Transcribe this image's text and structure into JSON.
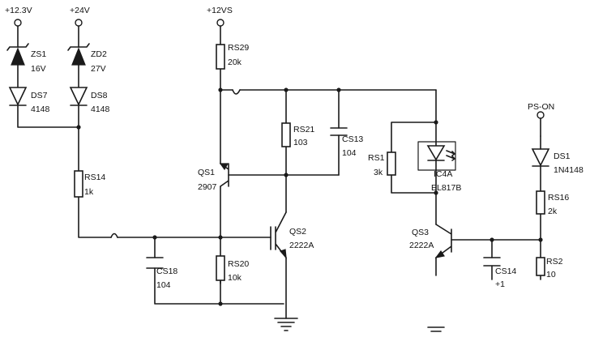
{
  "rails": {
    "v12_3": "+12.3V",
    "v24": "+24V",
    "v12vs": "+12VS",
    "ps_on": "PS-ON"
  },
  "components": {
    "zs1": {
      "ref": "ZS1",
      "value": "16V"
    },
    "zd2": {
      "ref": "ZD2",
      "value": "27V"
    },
    "ds7": {
      "ref": "DS7",
      "value": "4148"
    },
    "ds8": {
      "ref": "DS8",
      "value": "4148"
    },
    "rs14": {
      "ref": "RS14",
      "value": "1k"
    },
    "rs29": {
      "ref": "RS29",
      "value": "20k"
    },
    "rs21": {
      "ref": "RS21",
      "value": "103"
    },
    "cs13": {
      "ref": "CS13",
      "value": "104"
    },
    "qs1": {
      "ref": "QS1",
      "value": "2907"
    },
    "qs2": {
      "ref": "QS2",
      "value": "2222A"
    },
    "cs18": {
      "ref": "CS18",
      "value": "104"
    },
    "rs20": {
      "ref": "RS20",
      "value": "10k"
    },
    "rs1": {
      "ref": "RS1",
      "value": "3k"
    },
    "ic4a": {
      "ref": "IC4A",
      "value": "EL817B"
    },
    "qs3": {
      "ref": "QS3",
      "value": "2222A"
    },
    "cs14": {
      "ref": "CS14",
      "value": "+1"
    },
    "ds1": {
      "ref": "DS1",
      "value": "1N4148"
    },
    "rs16": {
      "ref": "RS16",
      "value": "2k"
    },
    "rs2": {
      "ref": "RS2",
      "value": "10"
    }
  }
}
